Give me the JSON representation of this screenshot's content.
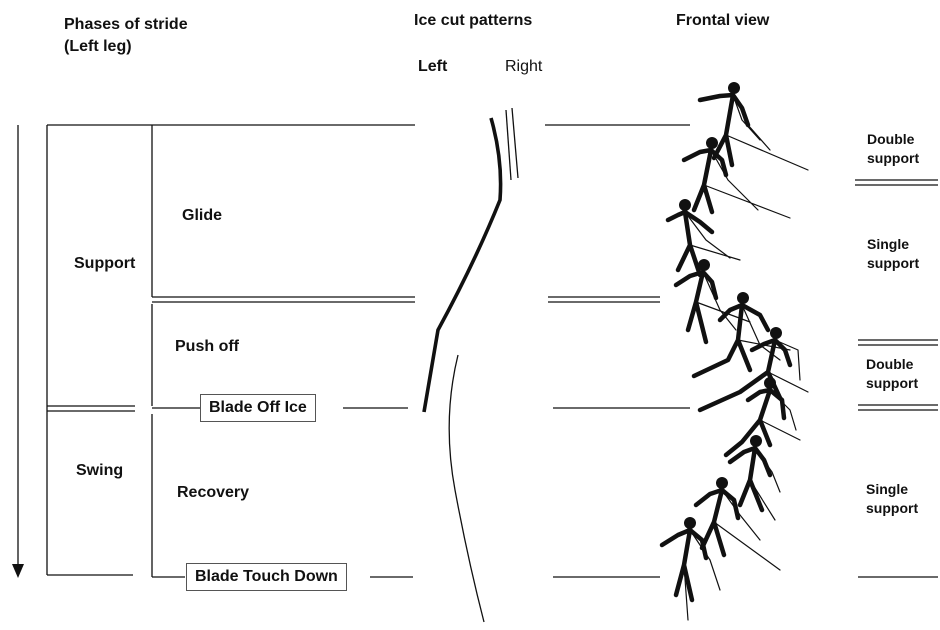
{
  "headers": {
    "phases_title": "Phases of stride",
    "phases_subtitle": "(Left leg)",
    "ice_cut": "Ice cut patterns",
    "left": "Left",
    "right": "Right",
    "frontal": "Frontal view"
  },
  "phases": {
    "support": "Support",
    "swing": "Swing"
  },
  "subphases": {
    "glide": "Glide",
    "push_off": "Push off",
    "recovery": "Recovery"
  },
  "events": {
    "blade_off": "Blade Off Ice",
    "blade_down": "Blade Touch Down"
  },
  "support_types": {
    "double_1": "Double support",
    "single_1": "Single support",
    "double_2": "Double support",
    "single_2": "Single support"
  },
  "colors": {
    "ink": "#111111",
    "box_border": "#555555",
    "background": "#ffffff"
  }
}
